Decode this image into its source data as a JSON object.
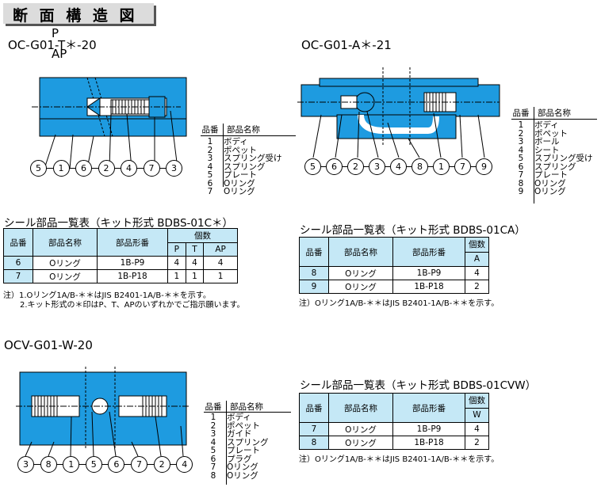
{
  "header": {
    "title": "断 面 構 造 図"
  },
  "d1": {
    "top": "P",
    "main": "OC-G01-T＊-20",
    "bottom": "AP",
    "callouts": [
      "5",
      "1",
      "6",
      "2",
      "4",
      "7",
      "3"
    ]
  },
  "d2": {
    "title": "OC-G01-A＊-21",
    "callouts": [
      "5",
      "6",
      "2",
      "3",
      "4",
      "8",
      "1",
      "7",
      "9"
    ]
  },
  "d3": {
    "title": "OCV-G01-W-20",
    "callouts": [
      "3",
      "8",
      "1",
      "5",
      "6",
      "7",
      "2",
      "4"
    ]
  },
  "parts_header": {
    "no": "品番",
    "name": "部品名称"
  },
  "parts1": [
    {
      "n": "1",
      "name": "ボディ"
    },
    {
      "n": "2",
      "name": "ポペット"
    },
    {
      "n": "3",
      "name": "スプリング受け"
    },
    {
      "n": "4",
      "name": "スプリング"
    },
    {
      "n": "5",
      "name": "プレート"
    },
    {
      "n": "6",
      "name": "Oリング"
    },
    {
      "n": "7",
      "name": "Oリング"
    }
  ],
  "parts2": [
    {
      "n": "1",
      "name": "ボディ"
    },
    {
      "n": "2",
      "name": "ポペット"
    },
    {
      "n": "3",
      "name": "ボール"
    },
    {
      "n": "4",
      "name": "シート"
    },
    {
      "n": "5",
      "name": "スプリング受け"
    },
    {
      "n": "6",
      "name": "スプリング"
    },
    {
      "n": "7",
      "name": "プレート"
    },
    {
      "n": "8",
      "name": "Oリング"
    },
    {
      "n": "9",
      "name": "Oリング"
    }
  ],
  "parts3": [
    {
      "n": "1",
      "name": "ボディ"
    },
    {
      "n": "2",
      "name": "ポペット"
    },
    {
      "n": "3",
      "name": "ガイド"
    },
    {
      "n": "4",
      "name": "スプリング"
    },
    {
      "n": "5",
      "name": "プレート"
    },
    {
      "n": "6",
      "name": "プラグ"
    },
    {
      "n": "7",
      "name": "Oリング"
    },
    {
      "n": "8",
      "name": "Oリング"
    }
  ],
  "seal1": {
    "title": "シール部品一覧表（キット形式 BDBS-01C＊）",
    "h": {
      "no": "品番",
      "name": "部品名称",
      "model": "部品形番",
      "qty": "個数",
      "p": "P",
      "t": "T",
      "ap": "AP"
    },
    "rows": [
      {
        "no": "6",
        "name": "Oリング",
        "model": "1B-P9",
        "p": "4",
        "t": "4",
        "ap": "4"
      },
      {
        "no": "7",
        "name": "Oリング",
        "model": "1B-P18",
        "p": "1",
        "t": "1",
        "ap": "1"
      }
    ],
    "note1": "注）1.Oリング1A/B-＊＊はJIS B2401-1A/B-＊＊を示す。",
    "note2": "2.キット形式の＊印はP、T、APのいずれかでご指示願います。"
  },
  "seal2": {
    "title": "シール部品一覧表（キット形式 BDBS-01CA）",
    "h": {
      "no": "品番",
      "name": "部品名称",
      "model": "部品形番",
      "qty": "個数",
      "a": "A"
    },
    "rows": [
      {
        "no": "8",
        "name": "Oリング",
        "model": "1B-P9",
        "a": "4"
      },
      {
        "no": "9",
        "name": "Oリング",
        "model": "1B-P18",
        "a": "2"
      }
    ],
    "note": "注）Oリング1A/B-＊＊はJIS B2401-1A/B-＊＊を示す。"
  },
  "seal3": {
    "title": "シール部品一覧表（キット形式 BDBS-01CVW）",
    "h": {
      "no": "品番",
      "name": "部品名称",
      "model": "部品形番",
      "qty": "個数",
      "w": "W"
    },
    "rows": [
      {
        "no": "7",
        "name": "Oリング",
        "model": "1B-P9",
        "w": "4"
      },
      {
        "no": "8",
        "name": "Oリング",
        "model": "1B-P18",
        "w": "2"
      }
    ],
    "note": "注）Oリング1A/B-＊＊はJIS B2401-1A/B-＊＊を示す。"
  },
  "colors": {
    "body": "#1e9be0",
    "header_cell": "#c5e8f6",
    "section_bg": "#dcdcdc"
  }
}
